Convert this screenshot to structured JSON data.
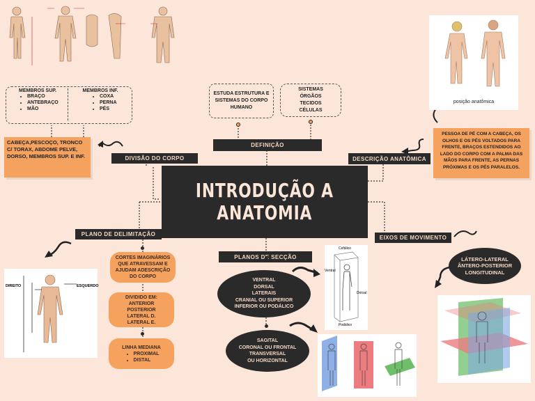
{
  "center": {
    "line1": "INTRODUÇÃO A",
    "line2": "ANATOMIA"
  },
  "labels": {
    "definicao": "DEFINIÇÃO",
    "divisao": "DIVISÃO DO CORPO",
    "descricao": "DESCRIÇÃO ANATÔMICA",
    "plano_delimitacao": "PLANO DE DELIMITAÇÃO",
    "planos_seccao": "PLANOS DE SECÇÃO",
    "eixos": "EIXOS DE MOVIMENTO"
  },
  "definition": {
    "text1": "ESTUDA ESTRUTURA E SISTEMAS DO CORPO HUMANO",
    "systems": [
      "SISTEMAS",
      "ÓRGÃOS",
      "TECIDOS",
      "CÉLULAS"
    ]
  },
  "members": {
    "sup_title": "MEMBROS SUP.",
    "sup_items": [
      "BRAÇO",
      "ANTEBRAÇO",
      "MÃO"
    ],
    "inf_title": "MEMBROS INF.",
    "inf_items": [
      "COXA",
      "PERNA",
      "PÉS"
    ]
  },
  "division_text": "CABEÇA,PESCOÇO, TRONCO C/ TORAX, ABDOME PELVE, DORSO, MEMBROS SUP. E INF.",
  "description_text": "PESSOA DE PÉ COM A CABEÇA, OS OLHOS E OS PÉS VOLTADOS PARA FRENTE, BRAÇOS ESTENDIDOS AO LADO DO CORPO COM A PALMA DAS MÃOS PARA FRENTE, AS PERNAS PRÓXIMAS E OS PÉS PARALELOS.",
  "anatomic_position_caption": "posição anatômica",
  "delimitation": {
    "p1": "CORTES IMAGINÁRIOS QUE ATRAVESSAM E AJUDAM ADESCRIÇÃO DO CORPO",
    "p2": [
      "DIVIDIDO EM:",
      "ANTERIOR",
      "POSTERIOR",
      "LATERAL D.",
      "LATERAL E."
    ],
    "p3_title": "LINHA MEDIANA",
    "p3_items": [
      "PROXIMAL",
      "DISTAL"
    ]
  },
  "section": {
    "b1": [
      "VENTRAL",
      "DORSAL",
      "LATERAIS",
      "CRANIAL OU SUPERIOR",
      "INFERIOR OU PODÁLICO"
    ],
    "b2": [
      "SAGITAL",
      "CORONAL OU FRONTAL",
      "TRANSVERSAL",
      "OU HORIZONTAL"
    ]
  },
  "axes": [
    "LÁTERO-LATERAL",
    "ÂNTERO-POSTERIOR",
    "LONGITUDINAL"
  ],
  "figure_labels": {
    "direito": "DIREITO",
    "esquerdo": "ESQUERDO",
    "cefalico": "Cefálico",
    "podalico": "Podálico",
    "ventral": "Ventral",
    "dorsal": "Dorsal"
  }
}
